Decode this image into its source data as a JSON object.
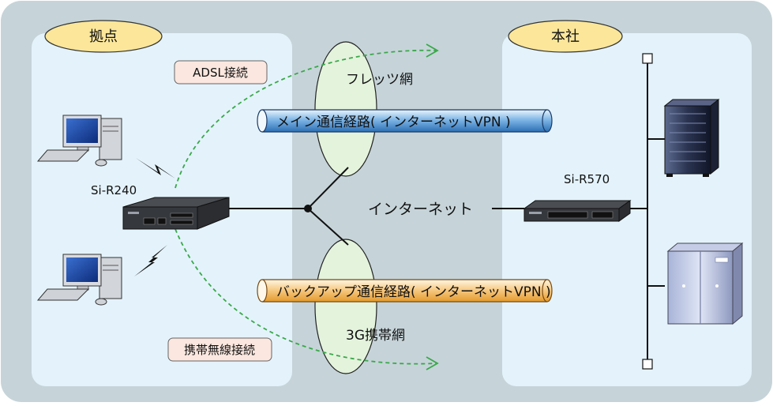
{
  "sites": {
    "branch": {
      "label": "拠点"
    },
    "hq": {
      "label": "本社"
    }
  },
  "links": {
    "adsl": "ADSL接続",
    "mobile": "携帯無線接続"
  },
  "clouds": {
    "flets": "フレッツ網",
    "g3": "3G携帯網"
  },
  "tunnels": {
    "main": "メイン通信経路( インターネットVPN )",
    "backup": "バックアップ通信経路( インターネットVPN )"
  },
  "internet_label": "インターネット",
  "devices": {
    "branch_router": "Si-R240",
    "hq_router": "Si-R570"
  },
  "colors": {
    "outer_bg": "#c6d4d9",
    "site_bg": "#e4f3fb",
    "site_label_fill": "#fbe69a",
    "link_label_fill": "#fbe7df",
    "cloud_fill": "#e4f3dc",
    "main_tunnel": "#5b9bd5",
    "backup_tunnel": "#f4b860",
    "dashed_arrow": "#3aa84a"
  }
}
